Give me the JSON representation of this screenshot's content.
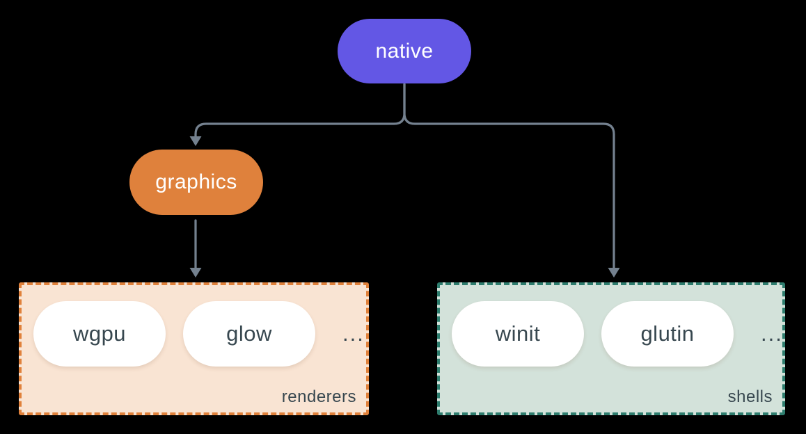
{
  "root": {
    "label": "native"
  },
  "mid": {
    "label": "graphics"
  },
  "groups": [
    {
      "name": "renderers",
      "items": [
        "wgpu",
        "glow"
      ],
      "ellipsis": "..."
    },
    {
      "name": "shells",
      "items": [
        "winit",
        "glutin"
      ],
      "ellipsis": "..."
    }
  ],
  "colors": {
    "background": "#000000",
    "root_pill": "#6357e5",
    "mid_pill": "#df813c",
    "renderers_bg": "#f9e4d3",
    "renderers_border": "#e0813b",
    "shells_bg": "#d3e2da",
    "shells_border": "#2e7d6e",
    "chip_bg": "#ffffff",
    "chip_text": "#37474f",
    "node_text": "#ffffff",
    "connector": "#74818f"
  }
}
